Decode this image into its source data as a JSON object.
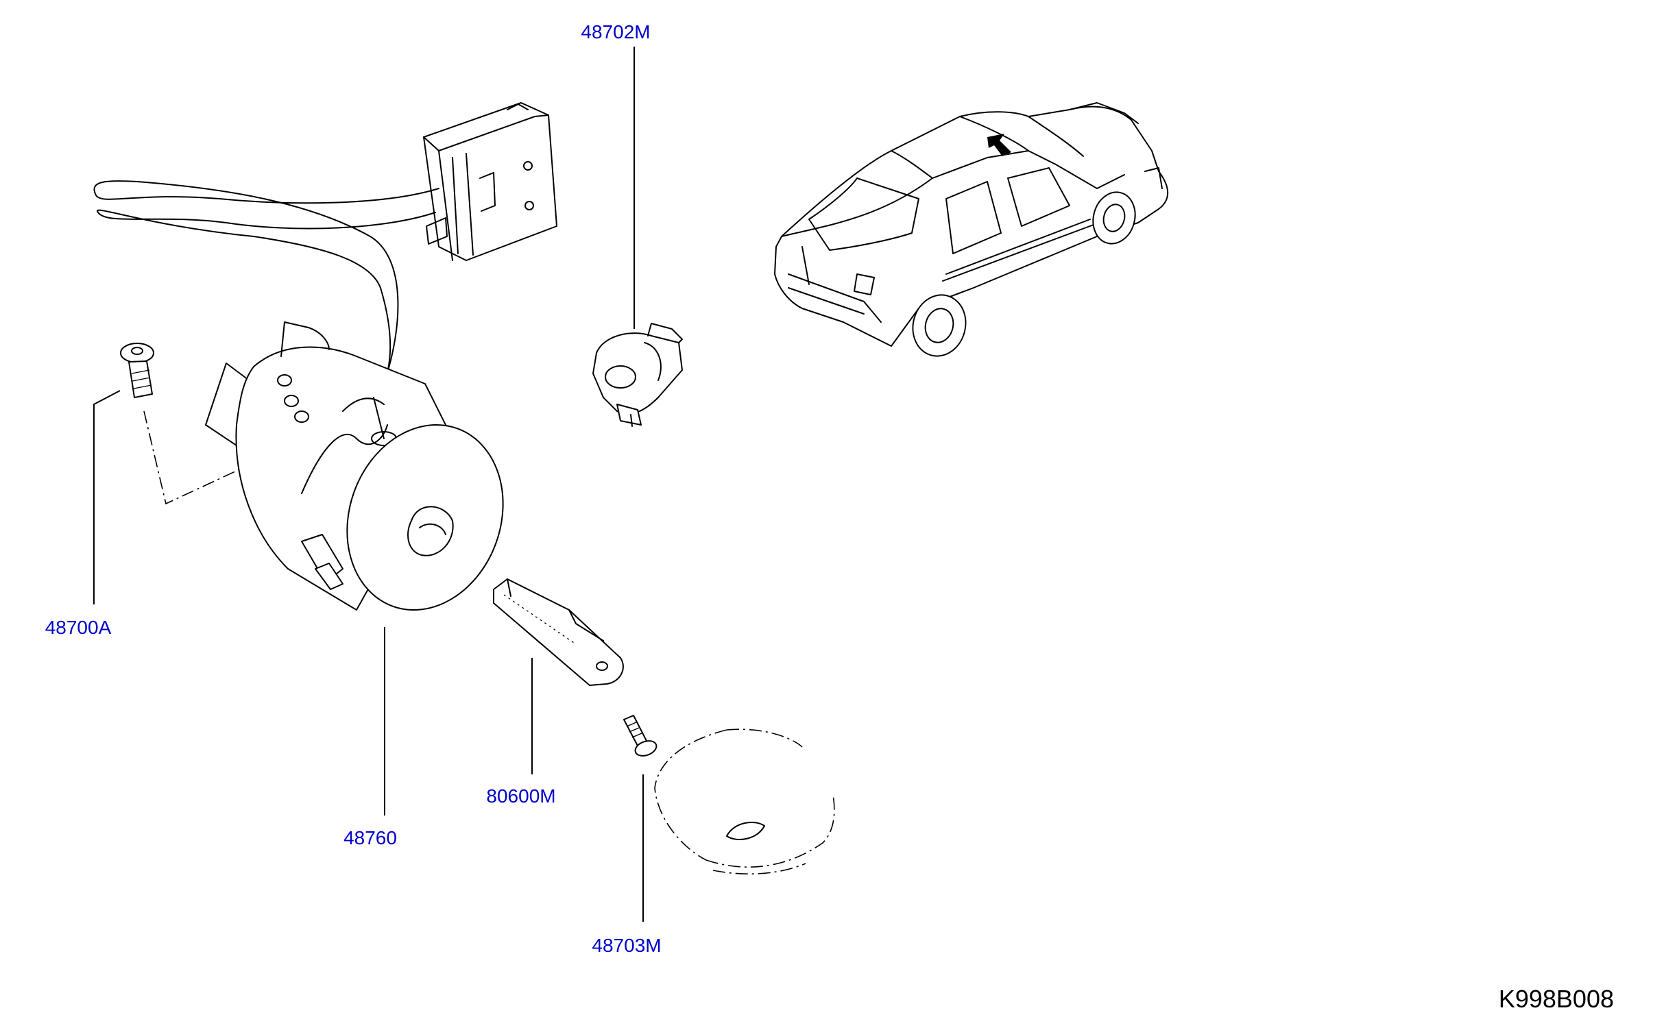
{
  "colors": {
    "part_label": "#0000cc",
    "drawing": "#000000",
    "background": "#ffffff"
  },
  "parts": [
    {
      "id": "48702M",
      "label": "48702M"
    },
    {
      "id": "48700A",
      "label": "48700A"
    },
    {
      "id": "48760",
      "label": "48760"
    },
    {
      "id": "80600M",
      "label": "80600M"
    },
    {
      "id": "48703M",
      "label": "48703M"
    }
  ],
  "reference_code": "K998B008"
}
